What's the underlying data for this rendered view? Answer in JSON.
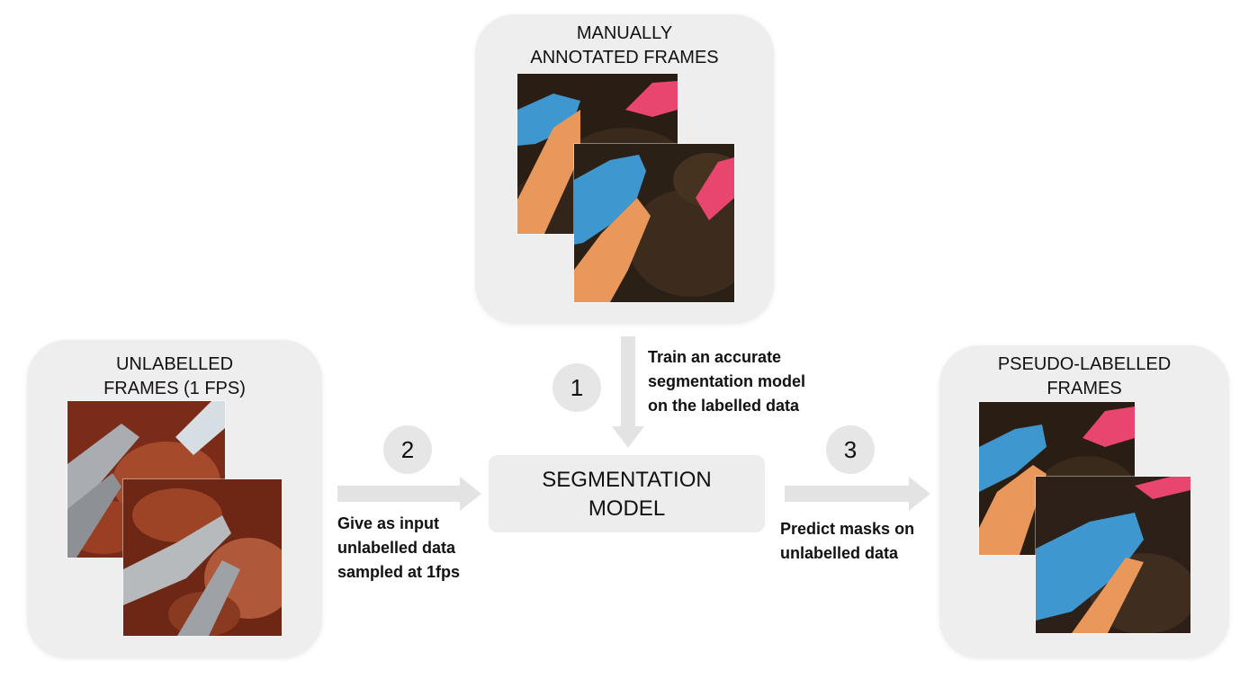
{
  "panels": {
    "manual": {
      "title_line1": "MANUALLY",
      "title_line2": "ANNOTATED FRAMES"
    },
    "unlabelled": {
      "title_line1": "UNLABELLED",
      "title_line2": "FRAMES (1 FPS)"
    },
    "pseudo": {
      "title_line1": "PSEUDO-LABELLED",
      "title_line2": "FRAMES"
    }
  },
  "model": {
    "line1": "SEGMENTATION",
    "line2": "MODEL"
  },
  "steps": [
    {
      "number": "1",
      "lines": [
        "Train an accurate",
        "segmentation model",
        "on the labelled data"
      ]
    },
    {
      "number": "2",
      "lines": [
        "Give as input",
        "unlabelled data",
        "sampled at 1fps"
      ]
    },
    {
      "number": "3",
      "lines": [
        "Predict masks on",
        "unlabelled data"
      ]
    }
  ],
  "colors": {
    "panel_bg": "#eeeeee",
    "arrow": "#e3e3e3",
    "mask_blue": "#3f97cf",
    "mask_orange": "#e9975a",
    "mask_pink": "#e8456f",
    "tissue_dark": "#2a1d14",
    "tissue_red": "#8c3a22"
  }
}
